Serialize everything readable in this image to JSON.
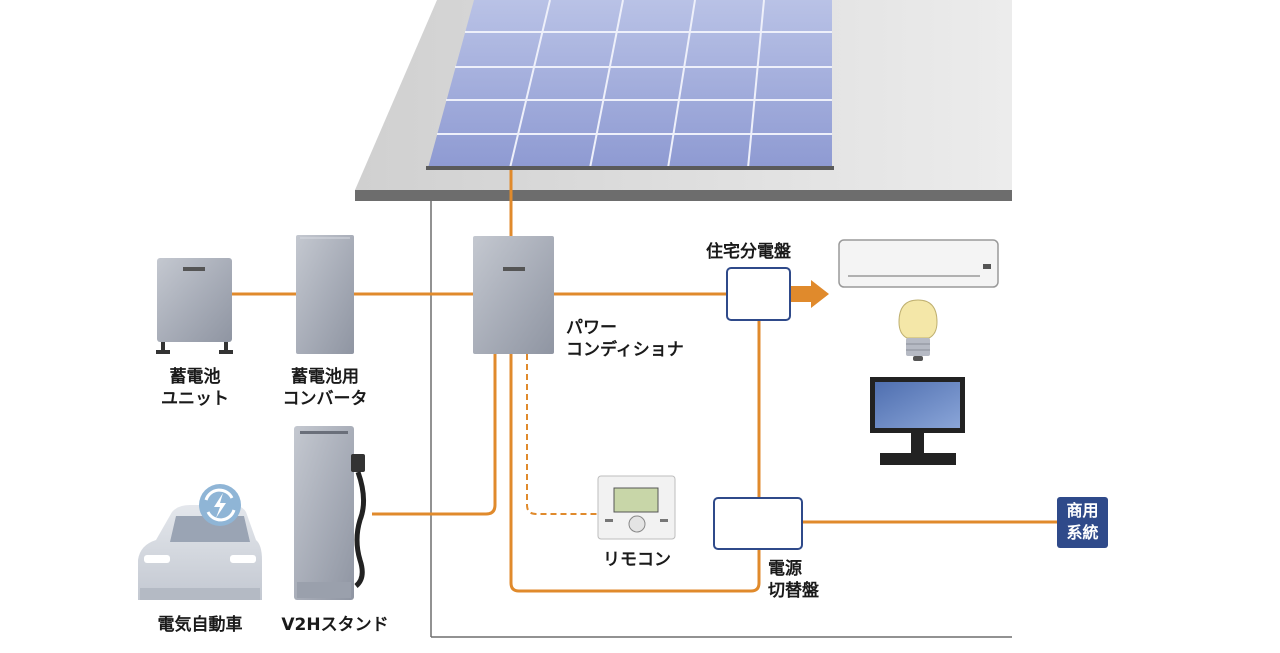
{
  "labels": {
    "battery_unit": [
      "蓄電池",
      "ユニット"
    ],
    "battery_converter": [
      "蓄電池用",
      "コンバータ"
    ],
    "power_conditioner": [
      "パワー",
      "コンディショナ"
    ],
    "house_panel": "住宅分電盤",
    "remote": "リモコン",
    "transfer_panel": [
      "電源",
      "切替盤"
    ],
    "grid": [
      "商用",
      "系統"
    ],
    "ev": "電気自動車",
    "v2h": "V2Hスタンド"
  },
  "colors": {
    "wire": "#e08a2c",
    "grid_tag": "#2f4a8a",
    "panel_border": "#2f4a8a",
    "house_outline": "#6e6e6e"
  },
  "icons": [
    "solar-panel-icon",
    "battery-unit-icon",
    "converter-icon",
    "power-conditioner-icon",
    "air-conditioner-icon",
    "light-bulb-icon",
    "tv-monitor-icon",
    "remote-controller-icon",
    "v2h-stand-icon",
    "electric-car-icon",
    "charge-cycle-icon",
    "arrow-right-icon"
  ]
}
